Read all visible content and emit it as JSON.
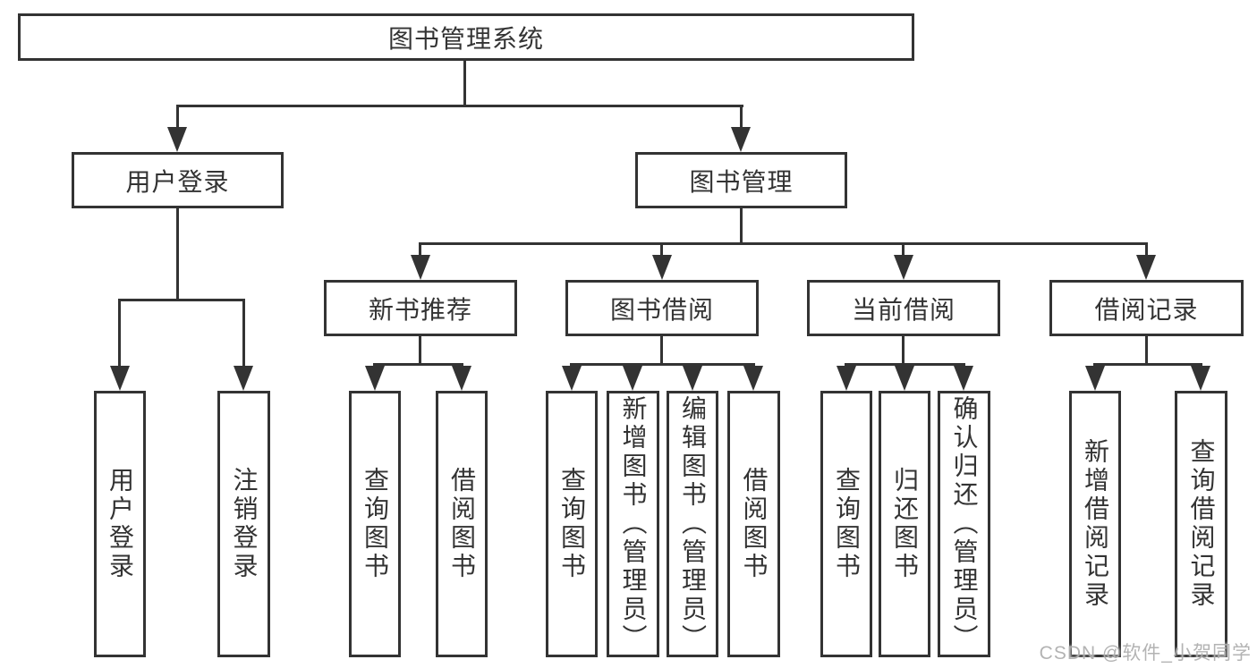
{
  "diagram": {
    "root": {
      "label": "图书管理系统"
    },
    "level2": [
      {
        "label": "用户登录"
      },
      {
        "label": "图书管理"
      }
    ],
    "level3": [
      {
        "label": "新书推荐"
      },
      {
        "label": "图书借阅"
      },
      {
        "label": "当前借阅"
      },
      {
        "label": "借阅记录"
      }
    ],
    "leaves": [
      {
        "label": "用户登录"
      },
      {
        "label": "注销登录"
      },
      {
        "label": "查询图书"
      },
      {
        "label": "借阅图书"
      },
      {
        "label": "查询图书"
      },
      {
        "label": "新增图书（管理员）"
      },
      {
        "label": "编辑图书（管理员）"
      },
      {
        "label": "借阅图书"
      },
      {
        "label": "查询图书"
      },
      {
        "label": "归还图书"
      },
      {
        "label": "确认归还（管理员）"
      },
      {
        "label": "新增借阅记录"
      },
      {
        "label": "查询借阅记录"
      }
    ]
  },
  "watermark": {
    "text": "CSDN @软件_小贺同学"
  },
  "colors": {
    "line": "#333333",
    "text": "#333333",
    "background": "#ffffff",
    "watermark": "#adadad"
  }
}
